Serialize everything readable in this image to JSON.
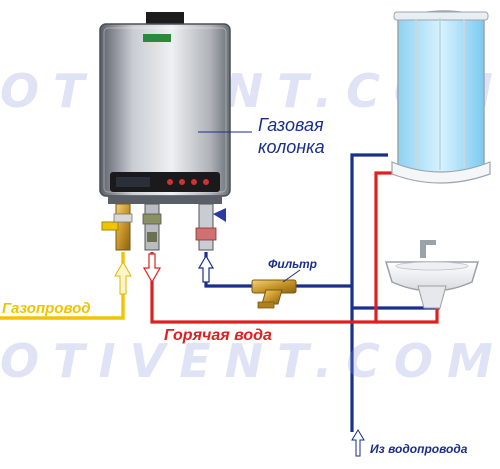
{
  "watermark": "OTIVENT.COM",
  "labels": {
    "heater_line1": "Газовая",
    "heater_line2": "колонка",
    "filter": "Фильтр",
    "gas_pipe": "Газопровод",
    "hot_water": "Горячая вода",
    "water_supply": "Из водопровода"
  },
  "colors": {
    "hot": "#e02020",
    "cold": "#1a2e8c",
    "gas": "#f0c400",
    "watermark": "#8c9bdc"
  },
  "icons": {
    "heater": "gas-water-heater",
    "shower": "shower-cabin",
    "sink": "wash-basin",
    "filter": "y-strainer-filter"
  }
}
